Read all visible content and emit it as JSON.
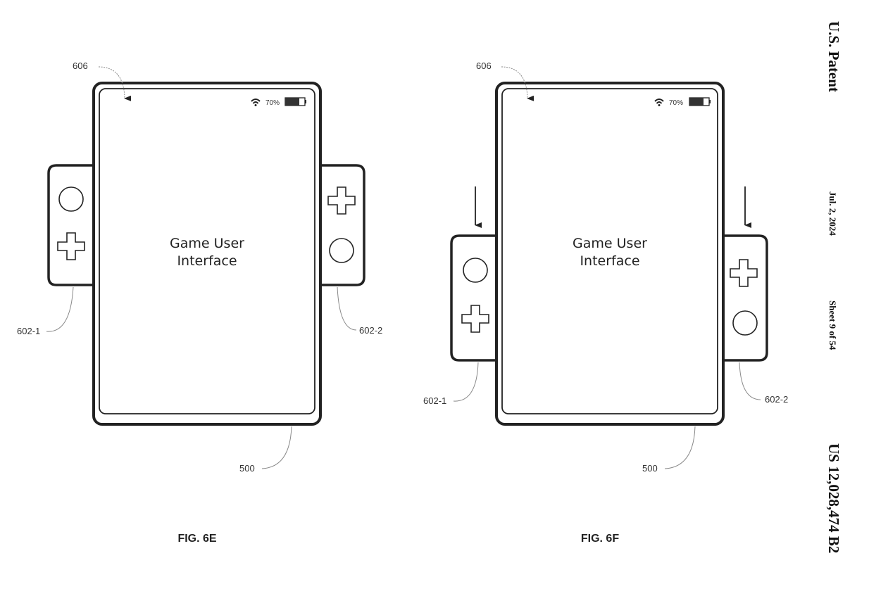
{
  "header": {
    "title": "U.S. Patent",
    "date": "Jul. 2, 2024",
    "sheet": "Sheet 9 of 54",
    "patent_number": "US 12,028,474 B2"
  },
  "figures": [
    {
      "label": "FIG. 6E",
      "screen_text_line1": "Game User",
      "screen_text_line2": "Interface",
      "status_battery": "70%",
      "refs": {
        "status_area": "606",
        "left_controller": "602-1",
        "right_controller": "602-2",
        "device": "500"
      },
      "controllers_position": "upper"
    },
    {
      "label": "FIG. 6F",
      "screen_text_line1": "Game User",
      "screen_text_line2": "Interface",
      "status_battery": "70%",
      "refs": {
        "status_area": "606",
        "left_controller": "602-1",
        "right_controller": "602-2",
        "device": "500"
      },
      "controllers_position": "lowered",
      "arrows": "down"
    }
  ],
  "colors": {
    "line": "#222222",
    "leader": "#888888",
    "background": "#ffffff"
  }
}
